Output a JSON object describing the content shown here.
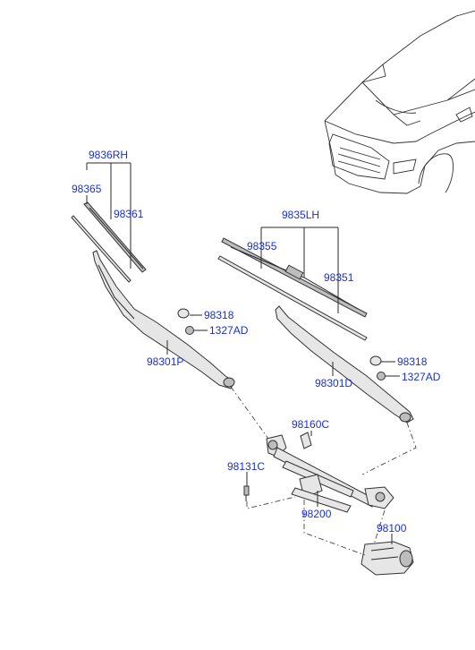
{
  "labels": {
    "blade_rh_assy": "9836RH",
    "blade_rh_insert": "98365",
    "blade_rh": "98361",
    "blade_lh_assy": "9835LH",
    "blade_lh_insert": "98355",
    "blade_lh": "98351",
    "cap_p": "98318",
    "nut_p": "1327AD",
    "arm_p": "98301P",
    "cap_d": "98318",
    "nut_d": "1327AD",
    "arm_d": "98301D",
    "cover": "98160C",
    "bolt": "98131C",
    "linkage": "98200",
    "motor": "98100"
  }
}
